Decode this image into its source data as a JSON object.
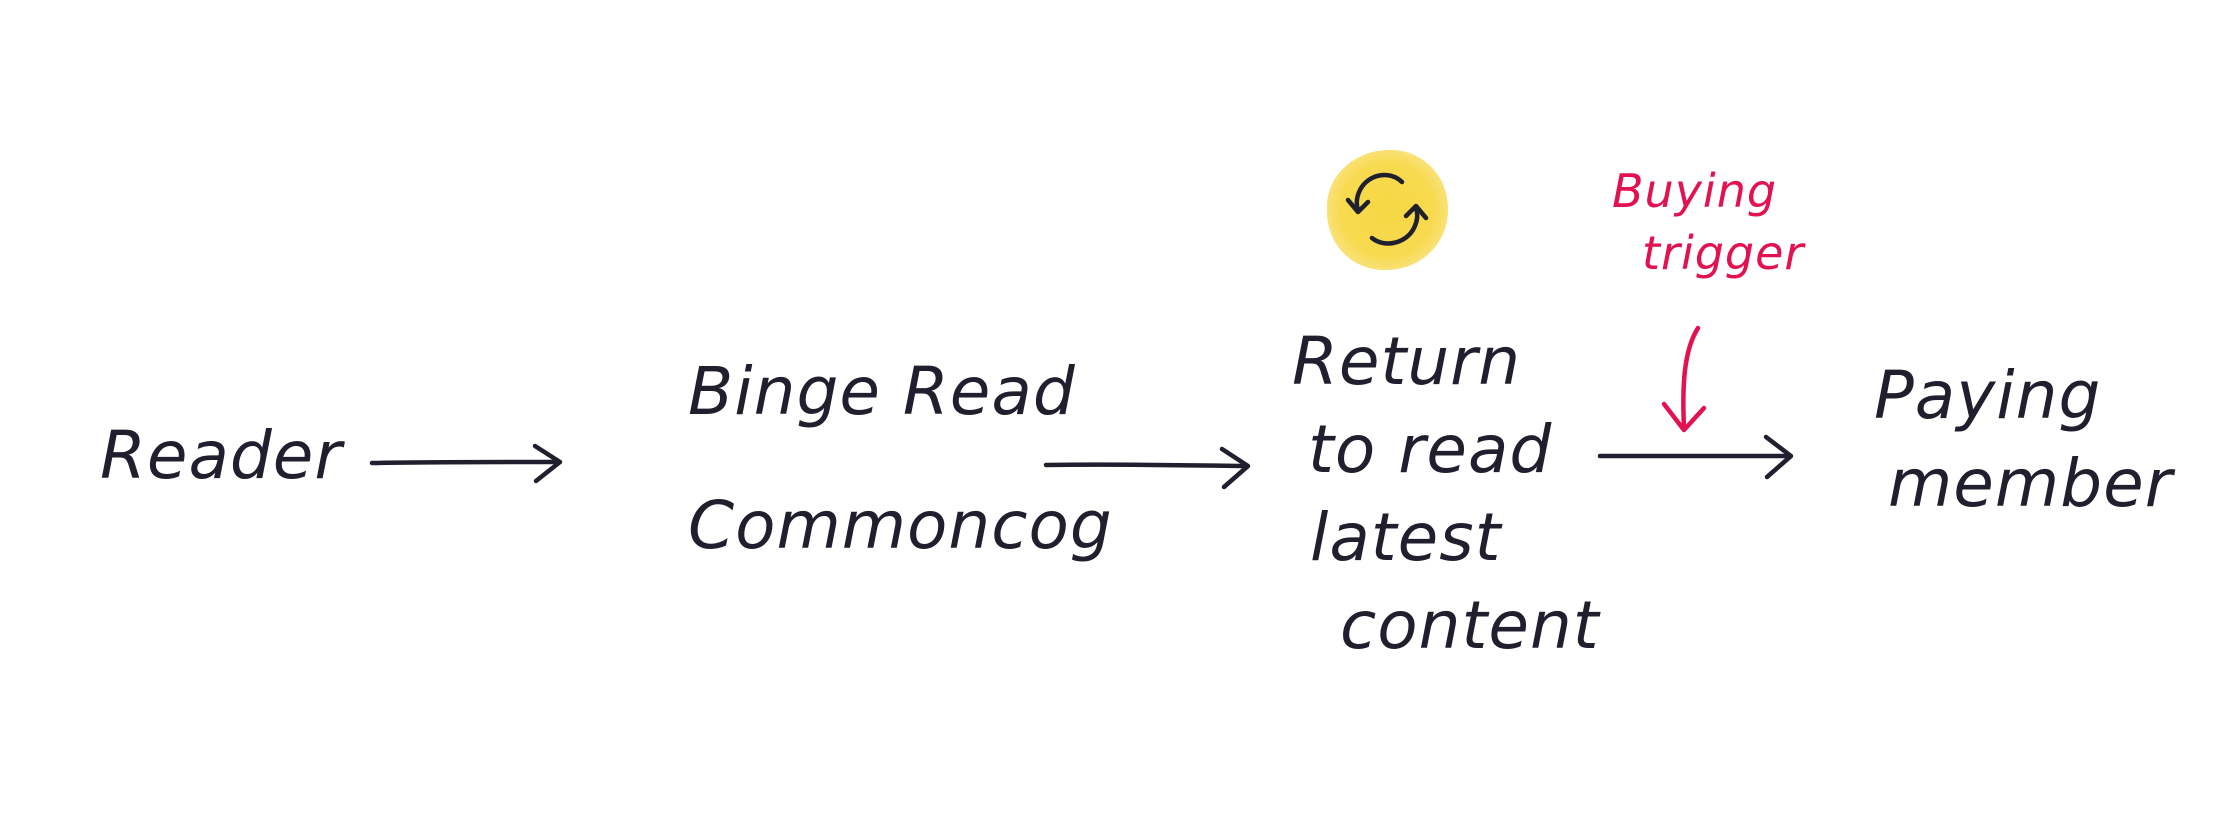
{
  "diagram": {
    "nodes": [
      {
        "id": "reader",
        "lines": [
          "Reader"
        ]
      },
      {
        "id": "binge-read",
        "lines": [
          "Binge Read",
          "Commoncog"
        ]
      },
      {
        "id": "return-to-read",
        "lines": [
          "Return",
          "to read",
          "latest",
          "content"
        ]
      },
      {
        "id": "paying-member",
        "lines": [
          "Paying",
          "member"
        ]
      }
    ],
    "edges": [
      {
        "from": "reader",
        "to": "binge-read"
      },
      {
        "from": "binge-read",
        "to": "return-to-read"
      },
      {
        "from": "return-to-read",
        "to": "paying-member"
      }
    ],
    "annotation": {
      "lines": [
        "Buying",
        "trigger"
      ],
      "points_to_edge": "return-to-read -> paying-member"
    },
    "loop_icon": "refresh-cycle-icon"
  },
  "colors": {
    "ink": "#1f1f2e",
    "annotation": "#e2114f",
    "highlight": "#f6d743"
  }
}
